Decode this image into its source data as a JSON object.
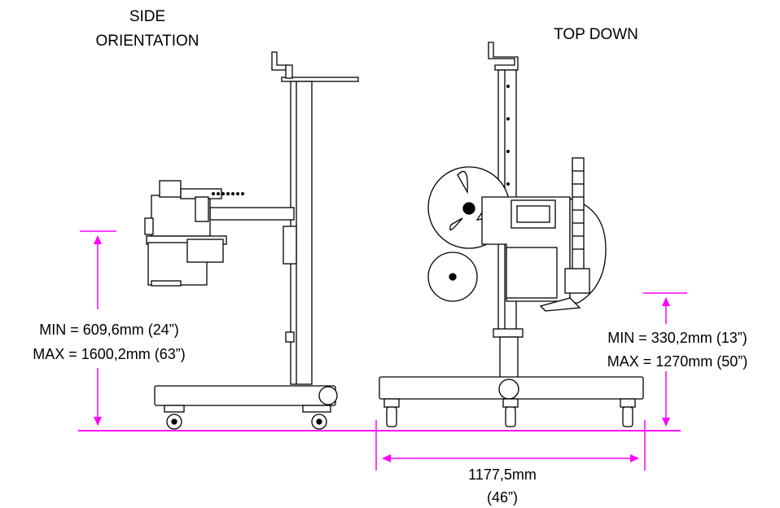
{
  "titles": {
    "side_line1": "SIDE",
    "side_line2": "ORIENTATION",
    "top": "TOP DOWN"
  },
  "side_dimension": {
    "min": "MIN = 609,6mm (24”)",
    "max": "MAX = 1600,2mm (63”)"
  },
  "top_dimension": {
    "min": "MIN = 330,2mm (13”)",
    "max": "MAX = 1270mm (50”)"
  },
  "width_dimension": {
    "value": "1177,5mm",
    "imperial": "(46”)"
  },
  "colors": {
    "dimension": "#ff00ff",
    "line": "#000000",
    "fill": "#ffffff"
  }
}
